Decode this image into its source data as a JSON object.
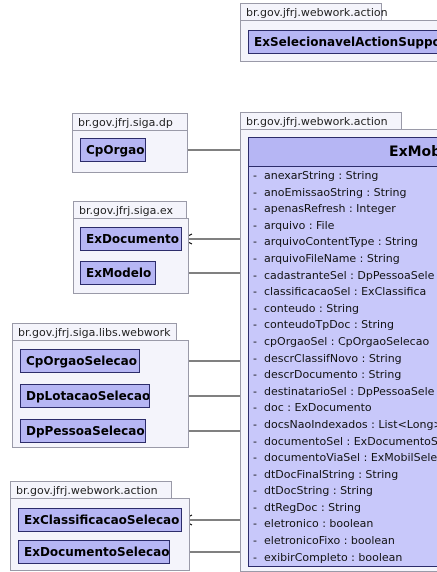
{
  "packages": {
    "top_right": {
      "name": "br.gov.jfrj.webwork.action",
      "classes": [
        "ExSelecionavelActionSupport"
      ]
    },
    "dp": {
      "name": "br.gov.jfrj.siga.dp",
      "classes": [
        "CpOrgao"
      ]
    },
    "ex": {
      "name": "br.gov.jfrj.siga.ex",
      "classes": [
        "ExDocumento",
        "ExModelo"
      ]
    },
    "libs": {
      "name": "br.gov.jfrj.siga.libs.webwork",
      "classes": [
        "CpOrgaoSelecao",
        "DpLotacaoSelecao",
        "DpPessoaSelecao"
      ]
    },
    "action_left": {
      "name": "br.gov.jfrj.webwork.action",
      "classes": [
        "ExClassificacaoSelecao",
        "ExDocumentoSelecao"
      ]
    },
    "main": {
      "name": "br.gov.jfrj.webwork.action"
    }
  },
  "main_class": {
    "title": "ExMobil",
    "attributes": [
      "anexarString : String",
      "anoEmissaoString : String",
      "apenasRefresh : Integer",
      "arquivo : File",
      "arquivoContentType : String",
      "arquivoFileName : String",
      "cadastranteSel : DpPessoaSele",
      "classificacaoSel : ExClassifica",
      "conteudo : String",
      "conteudoTpDoc : String",
      "cpOrgaoSel : CpOrgaoSelecao",
      "descrClassifNovo : String",
      "descrDocumento : String",
      "destinatarioSel : DpPessoaSele",
      "doc : ExDocumento",
      "docsNaoIndexados : List<Long>",
      "documentoSel : ExDocumentoS",
      "documentoViaSel : ExMobilSele",
      "dtDocFinalString : String",
      "dtDocString : String",
      "dtRegDoc : String",
      "eletronico : boolean",
      "eletronicoFixo : boolean",
      "exibirCompleto : boolean"
    ],
    "attr_prefix": "-"
  }
}
